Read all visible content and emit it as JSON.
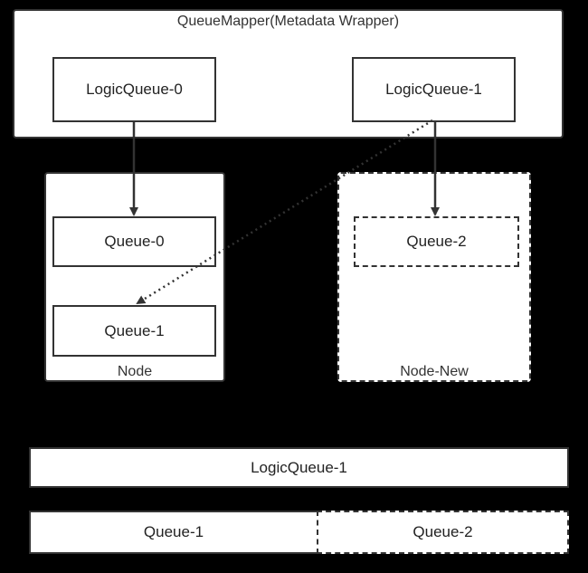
{
  "mapper": {
    "title": "QueueMapper(Metadata Wrapper)",
    "logic_queue_0": "LogicQueue-0",
    "logic_queue_1": "LogicQueue-1"
  },
  "node": {
    "label": "Node",
    "queue_0": "Queue-0",
    "queue_1": "Queue-1"
  },
  "node_new": {
    "label": "Node-New",
    "queue_2": "Queue-2"
  },
  "bottom": {
    "logic_queue": "LogicQueue-1",
    "queue_1": "Queue-1",
    "queue_2": "Queue-2"
  },
  "colors": {
    "background": "#000000",
    "box_fill": "#ffffff",
    "stroke": "#333333"
  }
}
